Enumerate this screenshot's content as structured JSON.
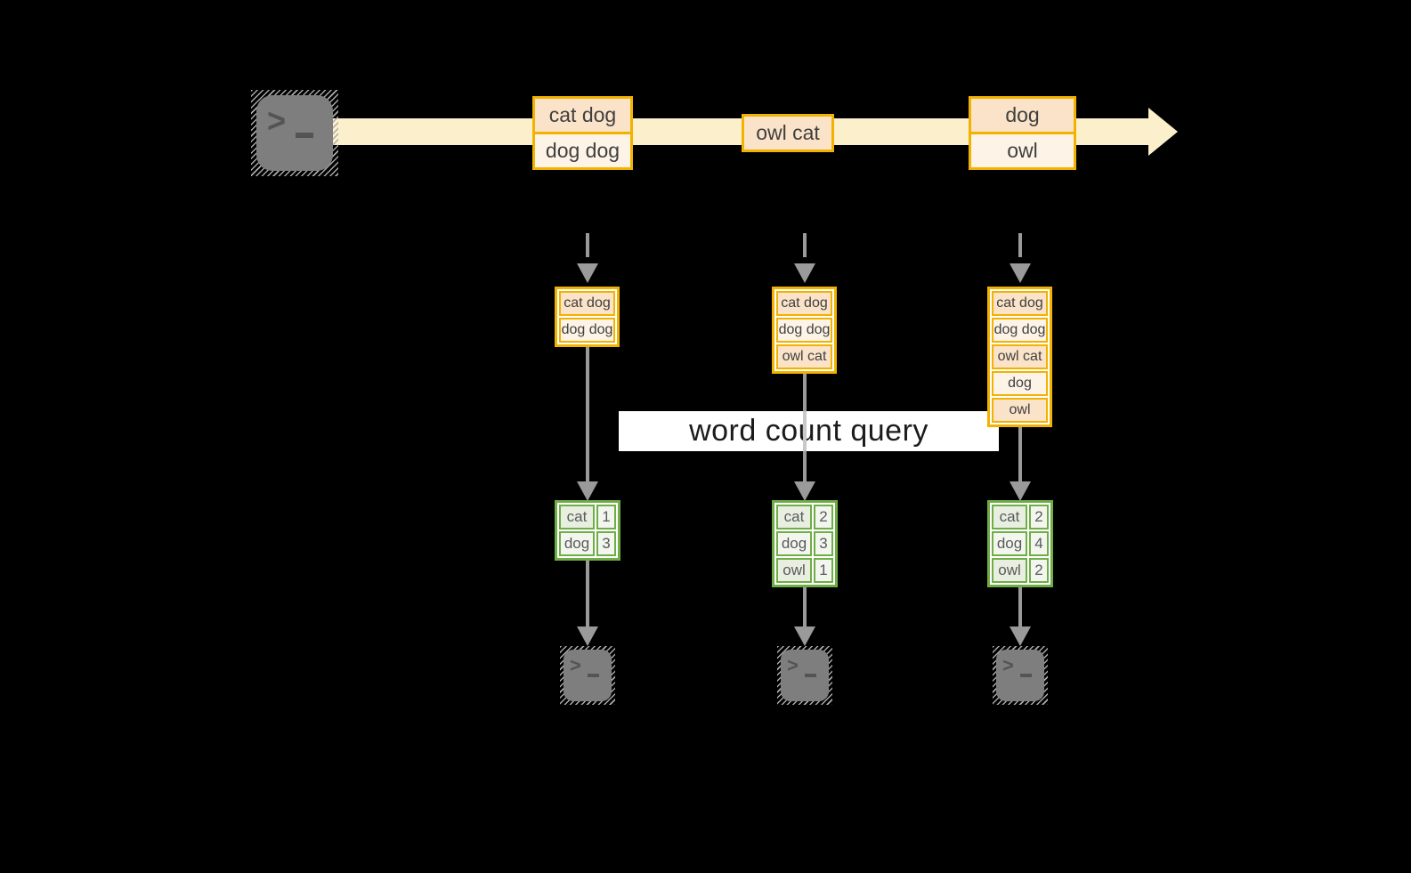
{
  "diagram": {
    "title_hint": "streaming word count flow",
    "query_label": "word count query",
    "stream": {
      "batches": [
        {
          "records": [
            "cat dog",
            "dog dog"
          ]
        },
        {
          "records": [
            "owl cat"
          ]
        },
        {
          "records": [
            "dog",
            "owl"
          ]
        }
      ]
    },
    "columns": [
      {
        "state": [
          "cat dog",
          "dog dog"
        ],
        "result": [
          [
            "cat",
            "1"
          ],
          [
            "dog",
            "3"
          ]
        ]
      },
      {
        "state": [
          "cat dog",
          "dog dog",
          "owl cat"
        ],
        "result": [
          [
            "cat",
            "2"
          ],
          [
            "dog",
            "3"
          ],
          [
            "owl",
            "1"
          ]
        ]
      },
      {
        "state": [
          "cat dog",
          "dog dog",
          "owl cat",
          "dog",
          "owl"
        ],
        "result": [
          [
            "cat",
            "2"
          ],
          [
            "dog",
            "4"
          ],
          [
            "owl",
            "2"
          ]
        ]
      }
    ],
    "icons": {
      "source_terminal": "terminal-icon",
      "sink_terminal": "terminal-icon",
      "prompt_glyph": ">"
    },
    "colors": {
      "background": "#000000",
      "stream_band": "#fcf0cc",
      "record_border": "#f2b200",
      "record_fill_dark": "#fae3c8",
      "record_fill_light": "#fdf3e6",
      "table_border": "#6fad47",
      "table_fill_dark": "#e8efe1",
      "table_fill_light": "#f3f6ef",
      "arrow_gray": "#9a9a9a",
      "terminal_gray": "#7e7e7e",
      "query_band": "#ffffff"
    }
  }
}
